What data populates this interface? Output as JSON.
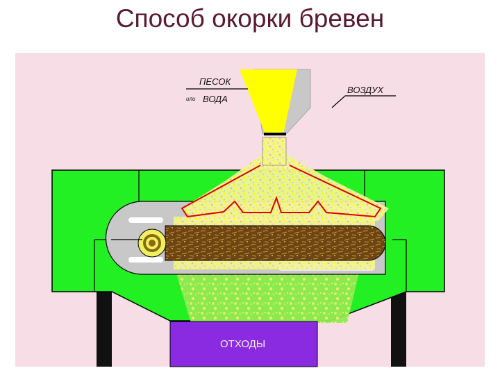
{
  "title": "Способ окорки бревен",
  "labels": {
    "sand": "ПЕСОК",
    "or": "или",
    "water": "ВОДА",
    "air": "ВОЗДУХ",
    "waste": "ОТХОДЫ"
  },
  "colors": {
    "background": "#f7dde6",
    "housing": "#22f022",
    "funnel": "#ffff00",
    "log": "#7a4c12",
    "waste_bin": "#8a2be2",
    "jet_outline": "#e00000",
    "title": "#5a1a2e"
  }
}
